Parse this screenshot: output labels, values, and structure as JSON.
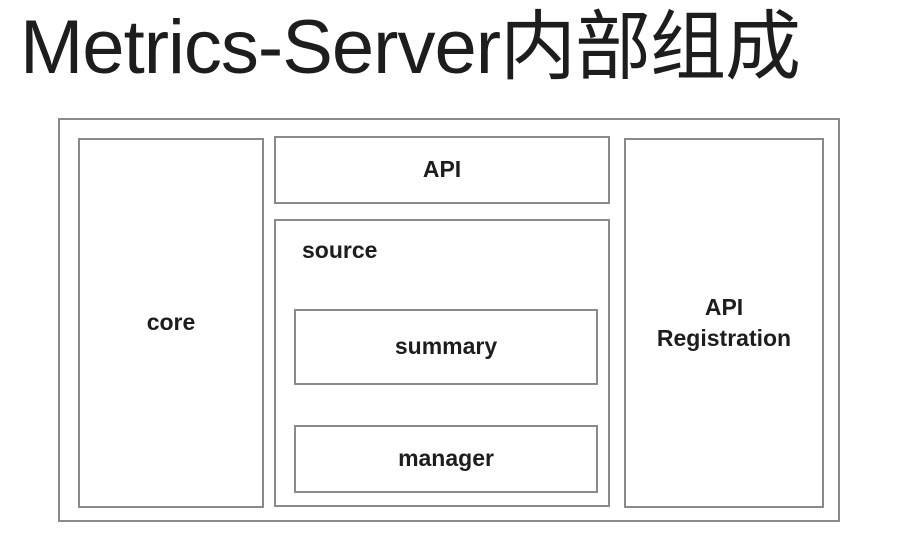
{
  "title": "Metrics-Server内部组成",
  "colors": {
    "border": "#8a8a8a",
    "text": "#1d1d1d",
    "background": "#ffffff"
  },
  "components": {
    "core": "core",
    "api": "API",
    "source": "source",
    "summary": "summary",
    "manager": "manager",
    "api_registration": "API\nRegistration"
  }
}
